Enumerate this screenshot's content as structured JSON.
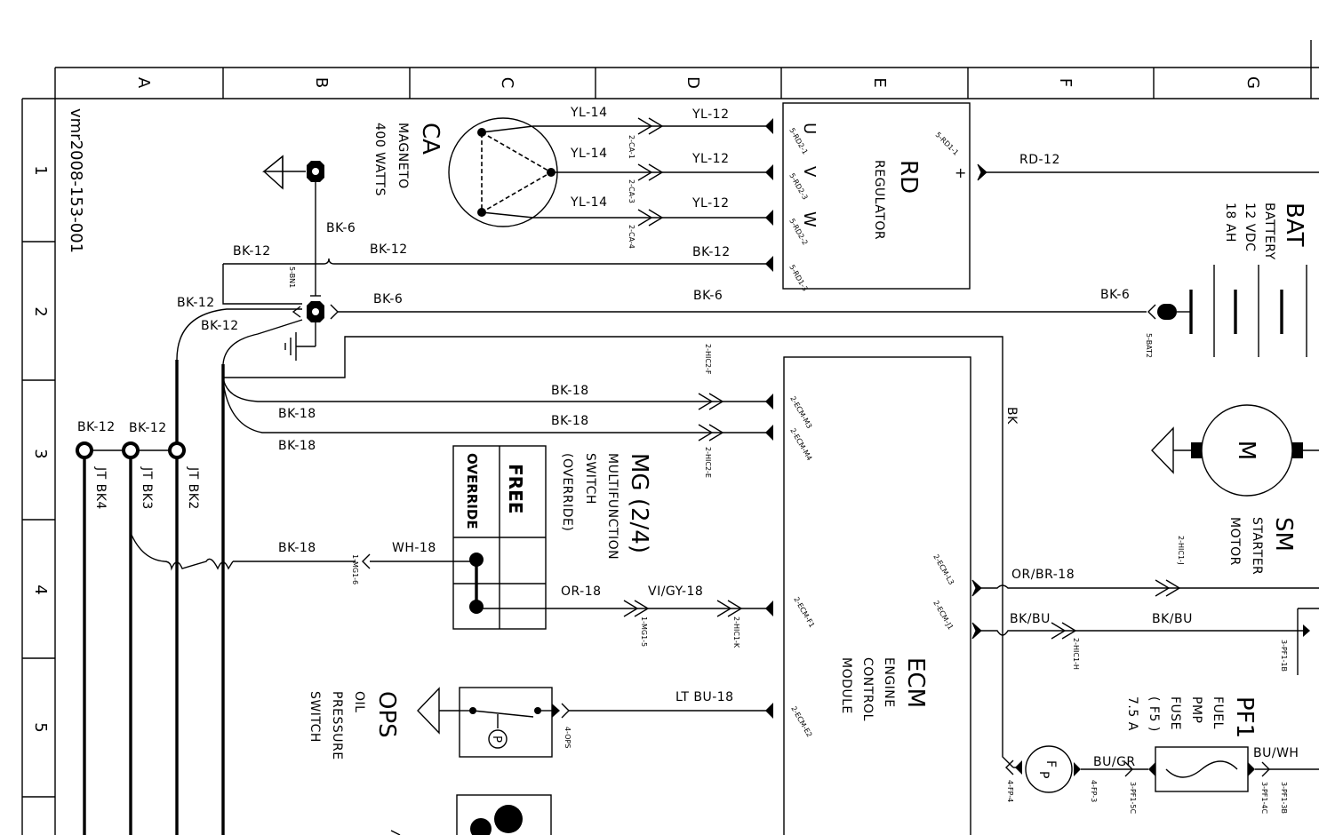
{
  "grid": {
    "columns": [
      "A",
      "B",
      "C",
      "D",
      "E",
      "F",
      "G"
    ],
    "rows": [
      "1",
      "2",
      "3",
      "4",
      "5"
    ]
  },
  "drawing_id": "vmr2008-153-001",
  "components": {
    "magneto": {
      "code": "CA",
      "name": "MAGNETO",
      "spec": "400 WATTS"
    },
    "regulator": {
      "code": "RD",
      "name": "REGULATOR",
      "terminals": [
        "U",
        "V",
        "W",
        "+"
      ]
    },
    "battery": {
      "code": "BAT",
      "lines": [
        "BATTERY",
        "12 VDC",
        "18 AH"
      ]
    },
    "starter": {
      "code": "SM",
      "lines": [
        "STARTER",
        "MOTOR"
      ],
      "symbol": "M"
    },
    "ecm": {
      "code": "ECM",
      "lines": [
        "ENGINE",
        "CONTROL",
        "MODULE"
      ]
    },
    "mg": {
      "code": "MG (2/4)",
      "lines": [
        "MULTIFUNCTION",
        "SWITCH",
        "(OVERRIDE)"
      ],
      "positions": [
        "FREE",
        "OVERRIDE"
      ]
    },
    "ops": {
      "code": "OPS",
      "lines": [
        "OIL",
        "PRESSURE",
        "SWITCH"
      ],
      "symbol": "P"
    },
    "fuse": {
      "code": "PF1",
      "lines": [
        "FUEL",
        "PMP",
        "FUSE",
        "( F5 )",
        "7.5 A"
      ]
    },
    "pump": {
      "symbol": "F\nP"
    },
    "joints": [
      "JT  BK2",
      "JT  BK3",
      "JT  BK4"
    ]
  },
  "wires": [
    "YL-14",
    "YL-14",
    "YL-14",
    "YL-12",
    "YL-12",
    "YL-12",
    "RD-12",
    "BK-6",
    "BK-12",
    "BK-12",
    "BK-12",
    "BK-12",
    "BK-12",
    "BK-6",
    "BK-6",
    "BK-6",
    "BK-18",
    "BK-18",
    "BK-18",
    "BK-18",
    "BK-18",
    "BK-12",
    "BK-12",
    "WH-18",
    "OR-18",
    "VI/GY-18",
    "LT BU-18",
    "OR/BR-18",
    "BK/BU",
    "BK/BU",
    "BK",
    "BU/GR",
    "BU/WH"
  ],
  "connectors": [
    "2-CA-1",
    "2-CA-3",
    "2-CA-4",
    "5-RD2-1",
    "5-RD2-3",
    "5-RD2-2",
    "5-RD1-3",
    "5-RD1-1",
    "5-BN1",
    "5-BAT2",
    "2-HIC2-F",
    "2-HIC2-E",
    "2-ECM-M3",
    "2-ECM-M4",
    "1-MG1-6",
    "1-MG1-5",
    "2-HIC1-K",
    "2-ECM-F1",
    "2-ECM-L3",
    "2-ECM-J1",
    "2-HIC1-J",
    "2-HIC1-H",
    "3-PF1-1B",
    "4-OPS",
    "2-ECM-E2",
    "4-FP-4",
    "4-FP-3",
    "3-PF1-5C",
    "3-PF1-4C",
    "3-PF1-3B"
  ]
}
